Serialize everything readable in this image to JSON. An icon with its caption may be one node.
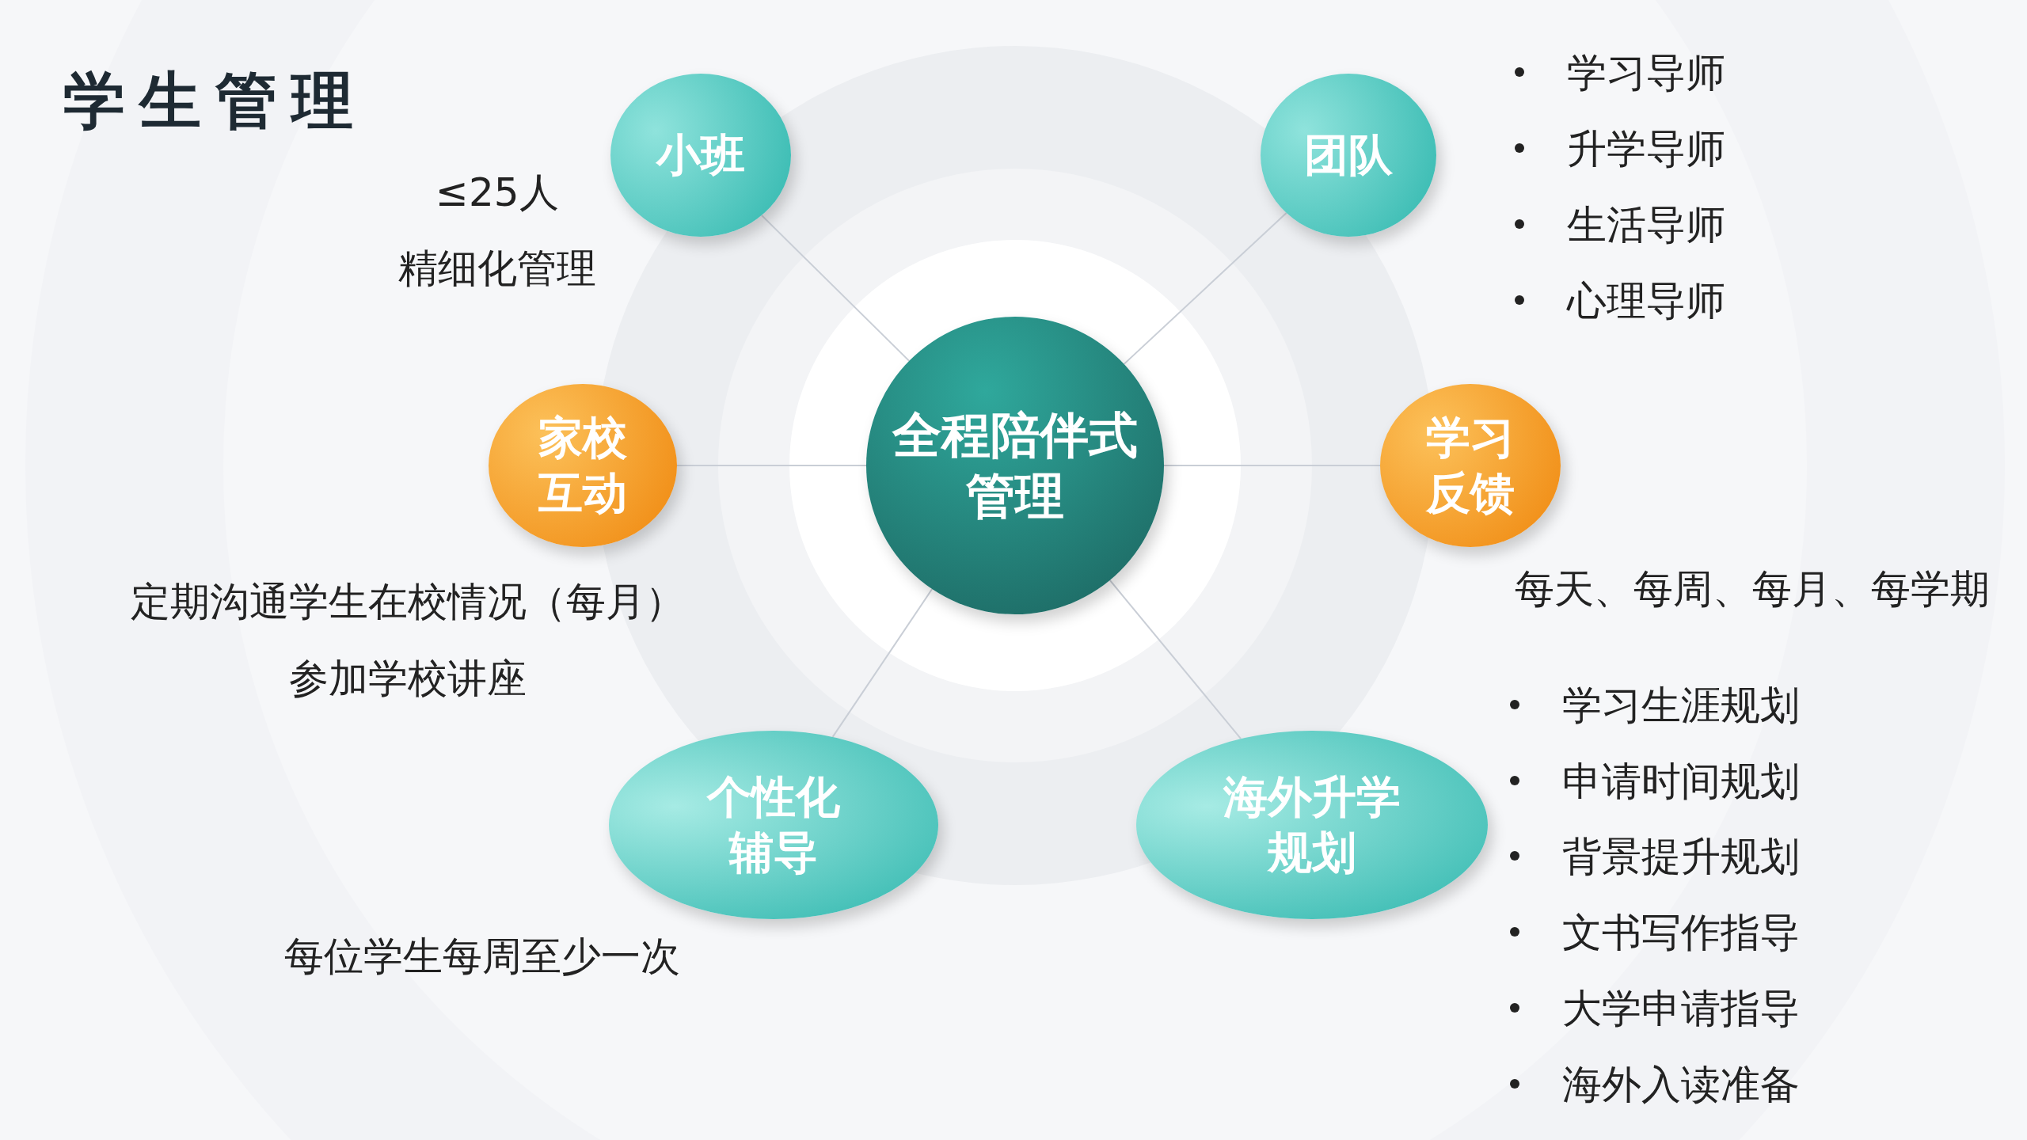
{
  "diagram": {
    "title": "学生管理",
    "nodes": [
      {
        "text": [
          "全程陪伴式管理"
        ]
      },
      {
        "text": [
          "小班"
        ],
        "beside": [
          "≤25人",
          "精细化管理"
        ]
      },
      {
        "text": [
          "团队"
        ],
        "beside": [
          "学习导师",
          "升学导师",
          "生活导师",
          "心理导师"
        ]
      },
      {
        "text": [
          "家校互动"
        ],
        "beside": [
          "定期沟通学生在校情况（每月）",
          "参加学校讲座"
        ]
      },
      {
        "text": [
          "学习反馈"
        ],
        "beside": [
          "每天、每周、每月、每学期"
        ]
      },
      {
        "text": [
          "个性化辅导"
        ],
        "beside": [
          "每位学生每周至少一次"
        ]
      },
      {
        "text": [
          "海外升学规划"
        ],
        "beside": [
          "学习生涯规划",
          "申请时间规划",
          "背景提升规划",
          "文书写作指导",
          "大学申请指导",
          "海外入读准备"
        ]
      }
    ],
    "edges": [
      {
        "from": 0,
        "to": 1,
        "arrow": "none"
      },
      {
        "from": 0,
        "to": 2,
        "arrow": "none"
      },
      {
        "from": 0,
        "to": 3,
        "arrow": "none"
      },
      {
        "from": 0,
        "to": 4,
        "arrow": "none"
      },
      {
        "from": 0,
        "to": 5,
        "arrow": "none"
      },
      {
        "from": 0,
        "to": 6,
        "arrow": "none"
      }
    ]
  }
}
